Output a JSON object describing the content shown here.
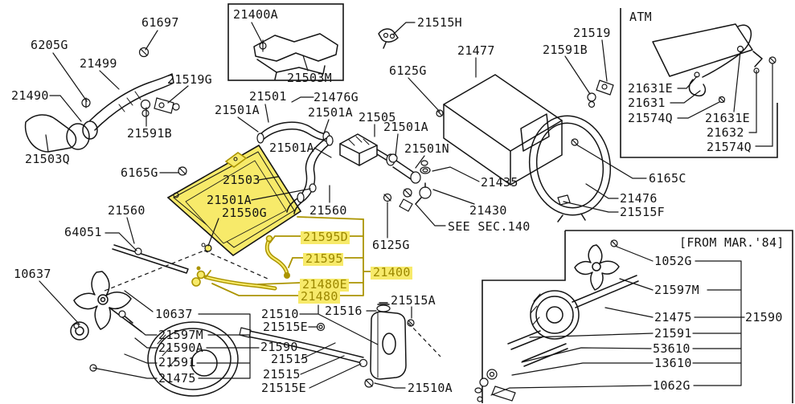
{
  "colors": {
    "background": "#ffffff",
    "ink": "#141414",
    "highlight_fill": "#f7ea6a",
    "highlight_ink": "#9c8800"
  },
  "regions": {
    "top_left": [
      "6205G",
      "61697",
      "21499",
      "21519G",
      "21490",
      "21591B",
      "21503Q",
      "6165G",
      "21560",
      "64051",
      "10637"
    ],
    "radiator": [
      "21503",
      "21501A",
      "21550G"
    ],
    "center": [
      "21501",
      "21476G",
      "21501A",
      "21501A",
      "21505",
      "21501A",
      "21501A",
      "21501N",
      "21560",
      "6125G"
    ],
    "valves": [
      "21435",
      "21430",
      "SEE SEC.140"
    ],
    "top_right": [
      "21515H",
      "6125G",
      "21477",
      "21519",
      "21591B"
    ],
    "inset_top": [
      "21400A",
      "21503M"
    ],
    "atm": {
      "title": "ATM",
      "left": [
        "21631E",
        "21631",
        "21574Q"
      ],
      "right": [
        "21631E",
        "21632",
        "21574Q"
      ]
    },
    "shroud": [
      "6165C",
      "21476",
      "21515F"
    ],
    "highlight": {
      "items": [
        "21595D",
        "21595",
        "21480E",
        "21480"
      ],
      "group": "21400"
    },
    "bottom_left": {
      "items": [
        "10637",
        "21597M",
        "21590A",
        "21591",
        "21475"
      ],
      "group": "21590"
    },
    "bottom_center": [
      "21510",
      "21516",
      "21515E",
      "21515",
      "21515",
      "21515E",
      "21515A",
      "21510A"
    ],
    "inset_bottom": {
      "title": "[FROM MAR.'84]",
      "items": [
        "1052G",
        "21597M",
        "21475",
        "21591",
        "53610",
        "13610",
        "1062G"
      ],
      "group": "21590"
    }
  }
}
